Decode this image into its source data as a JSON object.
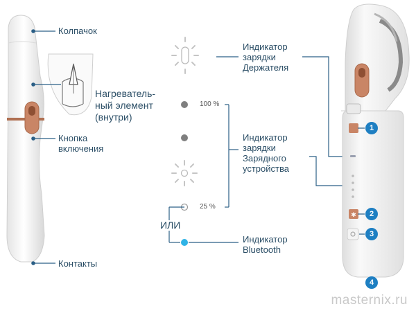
{
  "labels": {
    "cap": "Колпачок",
    "heater": "Нагреватель-\nный элемент\n(внутри)",
    "power_button": "Кнопка\nвключения",
    "contacts": "Контакты",
    "holder_charge": "Индикатор\nзарядки\nДержателя",
    "charger_charge": "Индикатор\nзарядки\nЗарядного\nустройства",
    "bluetooth": "Индикатор\nBluetooth"
  },
  "scale": {
    "high": "100 %",
    "low": "25 %"
  },
  "or_text": "ИЛИ",
  "numbers": [
    "1",
    "2",
    "3",
    "4"
  ],
  "watermark": "masternix.ru",
  "colors": {
    "text": "#2b4e66",
    "line": "#2b5f86",
    "accent": "#1e7fc2",
    "bluetooth_dot": "#2fb3e6",
    "copper": "#c98566"
  }
}
